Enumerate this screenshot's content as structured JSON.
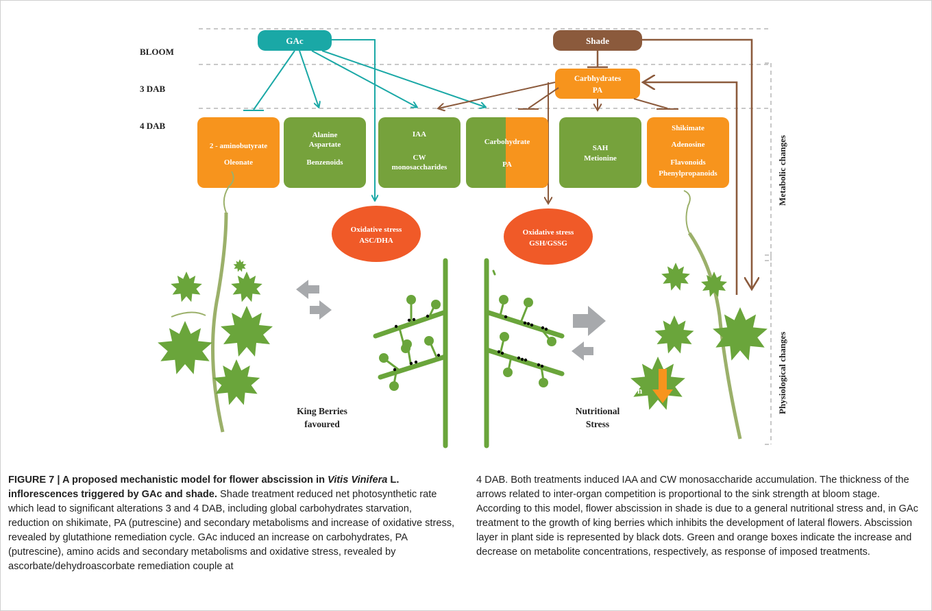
{
  "figure": {
    "stages": {
      "bloom": "BLOOM",
      "dab3": "3 DAB",
      "dab4": "4 DAB"
    },
    "gac": "GAc",
    "shade": "Shade",
    "carbohydrates_box": {
      "line1": "Carbhydrates",
      "line2": "PA"
    },
    "boxes": [
      {
        "lines": [
          "2 - aminobutyrate",
          "Oleonate"
        ],
        "color": "orange"
      },
      {
        "lines": [
          "Alanine",
          "Aspartate",
          "Benzenoids"
        ],
        "color": "green"
      },
      {
        "lines": [
          "IAA",
          "CW",
          "monosaccharides"
        ],
        "color": "green"
      },
      {
        "lines": [
          "Carbohydrate",
          "PA"
        ],
        "color": "split"
      },
      {
        "lines": [
          "SAH",
          "Metionine"
        ],
        "color": "green"
      },
      {
        "lines": [
          "Shikimate",
          "Adenosine",
          "Flavonoids",
          "Phenylpropanoids"
        ],
        "color": "orange"
      }
    ],
    "oxidative_left": {
      "line1": "Oxidative stress",
      "line2": "ASC/DHA"
    },
    "oxidative_right": {
      "line1": "Oxidative stress",
      "line2": "GSH/GSSG"
    },
    "side_labels": {
      "metabolic": "Metabolic changes",
      "physiological": "Physiological changes"
    },
    "king_berries": {
      "line1": "King Berries",
      "line2": "favoured"
    },
    "nutritional": {
      "line1": "Nutritional",
      "line2": "Stress"
    },
    "pn": "Pn",
    "colors": {
      "teal": "#1aa8a6",
      "brown": "#8b5a3c",
      "orange": "#f7941d",
      "green": "#76a23c",
      "red_orange": "#f05a28",
      "gray": "#a7a9ac"
    }
  },
  "caption": {
    "col1": {
      "figure_label": "FIGURE 7 | A proposed mechanistic model for flower abscission in ",
      "species_italic": "Vitis Vinifera",
      "label_rest": " L. inflorescences triggered by GAc and shade.",
      "text": " Shade treatment reduced net photosynthetic rate which lead to significant alterations 3 and 4 DAB, including global carbohydrates starvation, reduction on shikimate, PA (putrescine) and secondary metabolisms and increase of oxidative stress, revealed by glutathione remediation cycle. GAc induced an increase on carbohydrates, PA (putrescine), amino acids and secondary metabolisms and oxidative stress, revealed by ascorbate/dehydroascorbate remediation couple at"
    },
    "col2": {
      "text": "4 DAB. Both treatments induced IAA and CW monosaccharide accumulation. The thickness of the arrows related to inter-organ competition is proportional to the sink strength at bloom stage. According to this model, flower abscission in shade is due to a general nutritional stress and, in GAc treatment to the growth of king berries which inhibits the development of lateral flowers. Abscission layer in plant side is represented by black dots. Green and orange boxes indicate the increase and decrease on metabolite concentrations, respectively, as response of imposed treatments."
    }
  }
}
